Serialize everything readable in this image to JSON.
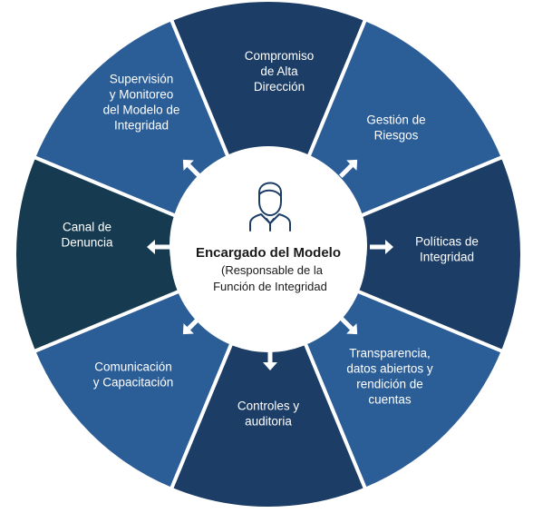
{
  "center": {
    "title": "Encargado del Modelo",
    "subtitle_lines": [
      "(Responsable de la",
      "Función de Integridad"
    ],
    "icon": "person-icon"
  },
  "segments": [
    {
      "id": "compromiso",
      "lines": [
        "Compromiso",
        "de Alta",
        "Dirección"
      ],
      "color": "#1c3d66"
    },
    {
      "id": "gestion-riesgos",
      "lines": [
        "Gestión de",
        "Riesgos"
      ],
      "color": "#2b5d97"
    },
    {
      "id": "politicas",
      "lines": [
        "Políticas de",
        "Integridad"
      ],
      "color": "#1c3d66"
    },
    {
      "id": "transparencia",
      "lines": [
        "Transparencia,",
        "datos abiertos y",
        "rendición de",
        "cuentas"
      ],
      "color": "#2b5d97"
    },
    {
      "id": "controles",
      "lines": [
        "Controles y",
        "auditoria"
      ],
      "color": "#1c3d66"
    },
    {
      "id": "comunicacion",
      "lines": [
        "Comunicación",
        "y Capacitación"
      ],
      "color": "#2b5d97"
    },
    {
      "id": "canal-denuncia",
      "lines": [
        "Canal de",
        "Denuncia"
      ],
      "color": "#163b50"
    },
    {
      "id": "supervision",
      "lines": [
        "Supervisión",
        "y Monitoreo",
        "del Modelo de",
        "Integridad"
      ],
      "color": "#2b5d97"
    }
  ],
  "colors": {
    "divider": "#ffffff",
    "center_fill": "#ffffff",
    "center_text": "#1a1a1a",
    "segment_text": "#ffffff",
    "icon_stroke": "#1c3d66",
    "arrow": "#ffffff"
  }
}
